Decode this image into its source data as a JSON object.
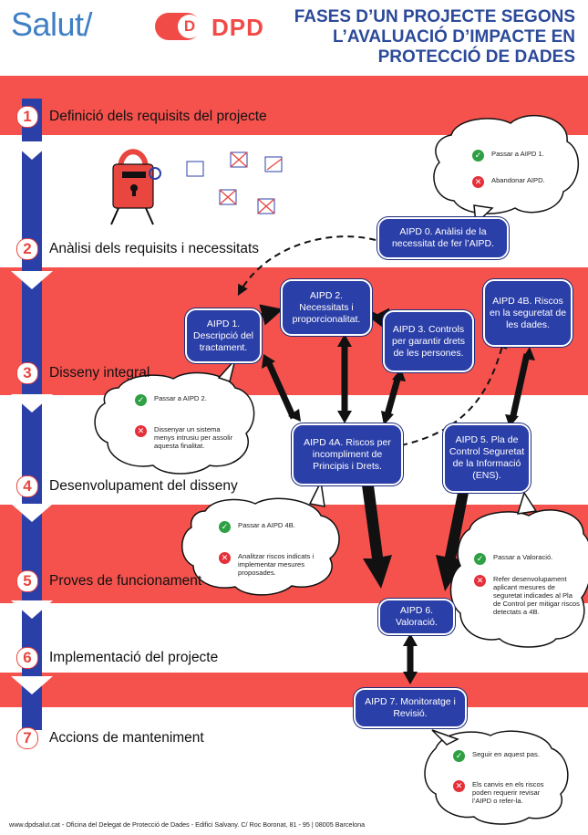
{
  "header": {
    "brand": "Salut/",
    "logo_letter": "D",
    "logo_text": "DPD",
    "title": "FASES D’UN PROJECTE SEGONS L’AVALUACIÓ D’IMPACTE EN PROTECCIÓ DE DADES"
  },
  "steps": [
    {
      "num": "1",
      "label": "Definició dels requisits del projecte"
    },
    {
      "num": "2",
      "label": "Anàlisi dels requisits i necessitats"
    },
    {
      "num": "3",
      "label": "Disseny integral"
    },
    {
      "num": "4",
      "label": "Desenvolupament del disseny"
    },
    {
      "num": "5",
      "label": "Proves de funcionament"
    },
    {
      "num": "6",
      "label": "Implementació del projecte"
    },
    {
      "num": "7",
      "label": "Accions de manteniment"
    }
  ],
  "nodes": {
    "aipd0": "AIPD 0. Anàlisi de la necessitat de fer l’AIPD.",
    "aipd1": "AIPD 1. Descripció del tractament.",
    "aipd2": "AIPD 2. Necessitats i proporcionalitat.",
    "aipd3": "AIPD 3. Controls per garantir drets de les persones.",
    "aipd4a": "AIPD 4A. Riscos per incompliment de Principis i Drets.",
    "aipd4b": "AIPD 4B. Riscos en la seguretat de les dades.",
    "aipd5": "AIPD 5. Pla de Control Seguretat de la Informació (ENS).",
    "aipd6": "AIPD 6. Valoració.",
    "aipd7": "AIPD 7. Monitoratge i Revisió."
  },
  "clouds": {
    "c0": {
      "ok": "Passar a AIPD 1.",
      "no": "Abandonar AIPD."
    },
    "c1": {
      "ok": "Passar a AIPD 2.",
      "no": "Dissenyar un sistema menys intrusiu per assolir aquesta finalitat."
    },
    "c4": {
      "ok": "Passar a AIPD 4B.",
      "no": "Analitzar riscos indicats i implementar mesures proposades."
    },
    "c5": {
      "ok": "Passar a Valoració.",
      "no": "Refer desenvolupament aplicant mesures de seguretat indicades al Pla de Control per mitigar riscos detectats a 4B."
    },
    "c7": {
      "ok": "Seguir en aquest pas.",
      "no": "Els canvis en els riscos poden requerir revisar l’AIPD o refer-la."
    }
  },
  "footer": "www.dpdsalut.cat - Oficina del Delegat de Protecció de Dades - Edifici Salvany. C/ Roc Boronat, 81 - 95 | 08005 Barcelona",
  "colors": {
    "band": "#f5524d",
    "node": "#2b3fa8",
    "title": "#2c4a9a",
    "brand": "#3f7fc4",
    "ok": "#2ea043",
    "no": "#e5303a"
  }
}
